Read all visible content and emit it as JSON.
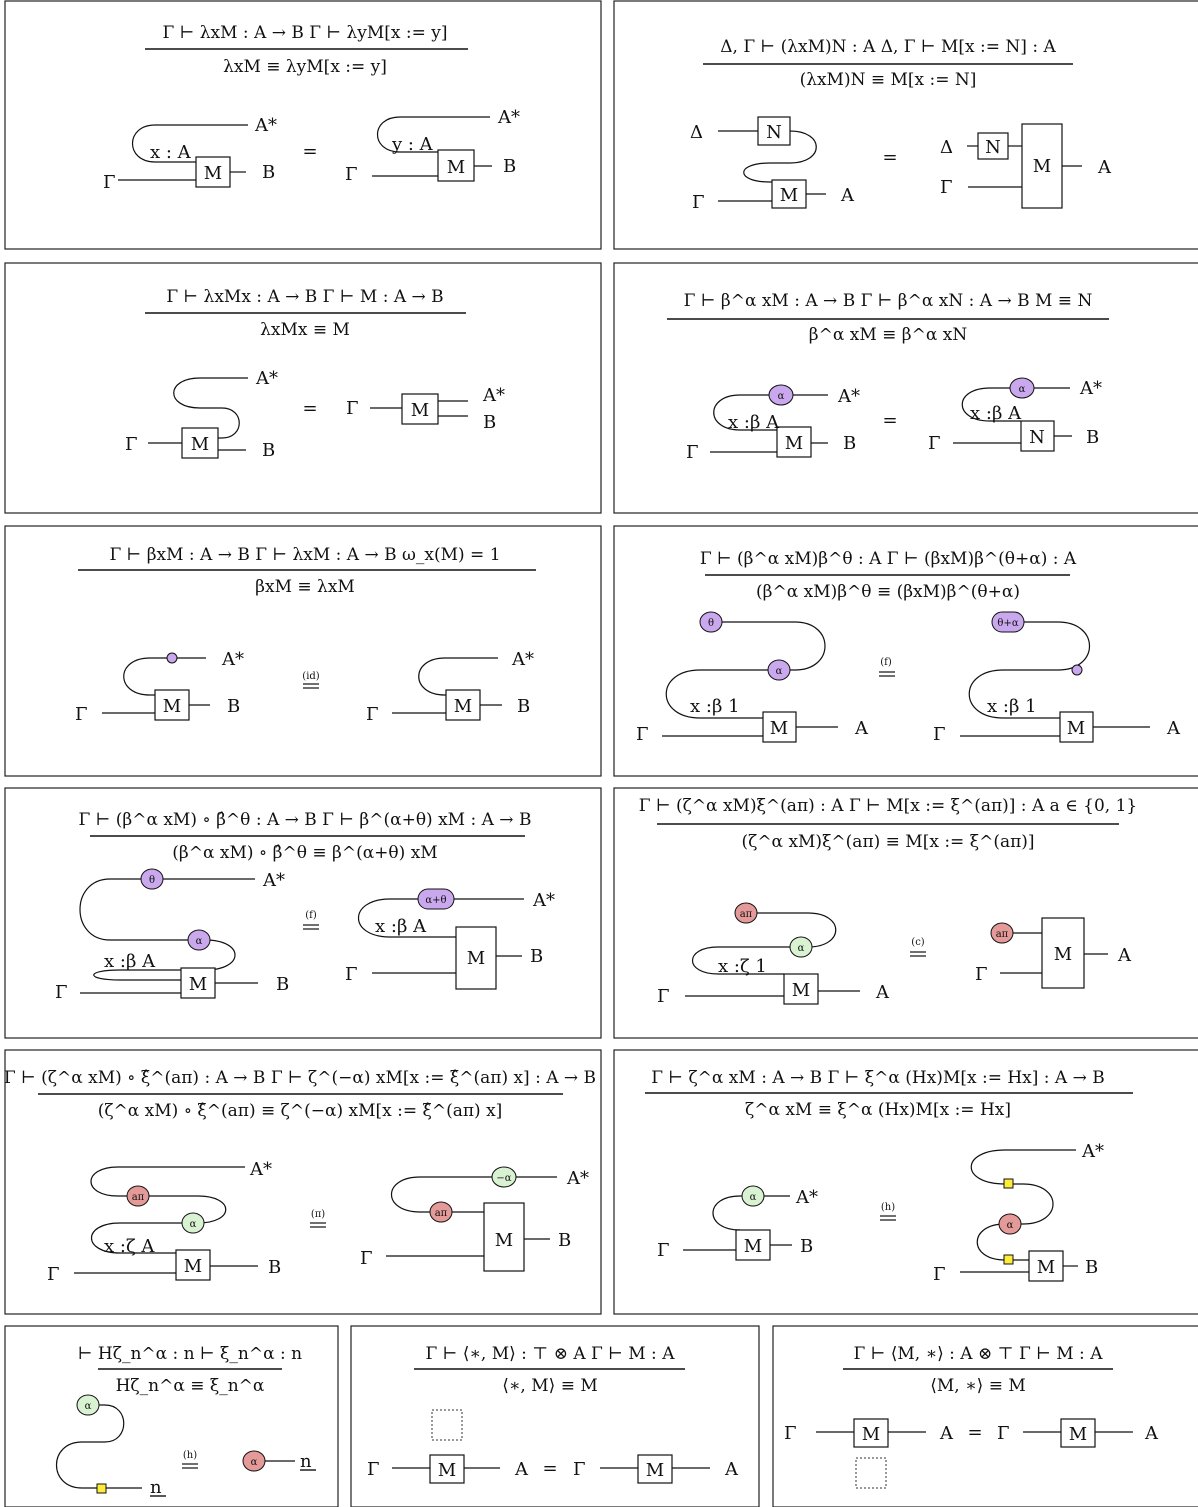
{
  "rules": [
    {
      "premise": "Γ ⊢ λxM : A → B    Γ ⊢ λyM[x := y]",
      "conclusion": "λxM  ≡  λyM[x := y]",
      "eq": "=",
      "labels": {
        "lhs_top": "A*",
        "lhs_bind": "x : A",
        "lhs_in": "Γ",
        "lhs_box": "M",
        "lhs_out": "B",
        "rhs_top": "A*",
        "rhs_bind": "y : A",
        "rhs_in": "Γ",
        "rhs_box": "M",
        "rhs_out": "B"
      }
    },
    {
      "premise": "Δ, Γ ⊢ (λxM)N : A    Δ, Γ ⊢ M[x := N] : A",
      "conclusion": "(λxM)N  ≡  M[x := N]",
      "eq": "=",
      "labels": {
        "lhs_delta": "Δ",
        "lhs_n": "N",
        "lhs_in": "Γ",
        "lhs_box": "M",
        "lhs_out": "A",
        "rhs_delta": "Δ",
        "rhs_n": "N",
        "rhs_in": "Γ",
        "rhs_box": "M",
        "rhs_out": "A"
      }
    },
    {
      "premise": "Γ ⊢ λxMx : A → B    Γ ⊢ M : A → B",
      "conclusion": "λxMx  ≡  M",
      "eq": "=",
      "labels": {
        "lhs_top": "A*",
        "lhs_in": "Γ",
        "lhs_box": "M",
        "lhs_out": "B",
        "rhs_in": "Γ",
        "rhs_box": "M",
        "rhs_top": "A*",
        "rhs_out": "B"
      }
    },
    {
      "premise": "Γ ⊢ β^α xM : A → B    Γ ⊢ β^α xN : A → B    M ≡ N",
      "conclusion": "β^α xM  ≡  β^α xN",
      "eq": "=",
      "labels": {
        "lhs_dot": "α",
        "lhs_top": "A*",
        "lhs_bind": "x :β A",
        "lhs_in": "Γ",
        "lhs_box": "M",
        "lhs_out": "B",
        "rhs_dot": "α",
        "rhs_top": "A*",
        "rhs_bind": "x :β A",
        "rhs_in": "Γ",
        "rhs_box": "N",
        "rhs_out": "B"
      }
    },
    {
      "premise": "Γ ⊢ βxM : A → B    Γ ⊢ λxM : A → B    ω_x(M) = 1",
      "conclusion": "βxM  ≡  λxM",
      "eq": "(id)",
      "labels": {
        "lhs_top": "A*",
        "lhs_in": "Γ",
        "lhs_box": "M",
        "lhs_out": "B",
        "rhs_top": "A*",
        "rhs_in": "Γ",
        "rhs_box": "M",
        "rhs_out": "B"
      }
    },
    {
      "premise": "Γ ⊢ (β^α xM)β^θ : A    Γ ⊢ (βxM)β^(θ+α) : A",
      "conclusion": "(β^α xM)β^θ ≡ (βxM)β^(θ+α)",
      "eq": "(f)",
      "labels": {
        "lhs_dot1": "θ",
        "lhs_dot2": "α",
        "lhs_bind": "x :β 1",
        "lhs_in": "Γ",
        "lhs_box": "M",
        "lhs_out": "A",
        "rhs_dot1": "θ+α",
        "rhs_bind": "x :β 1",
        "rhs_in": "Γ",
        "rhs_box": "M",
        "rhs_out": "A"
      }
    },
    {
      "premise": "Γ ⊢ (β^α xM) ∘ β̂^θ : A → B    Γ ⊢ β^(α+θ) xM : A → B",
      "conclusion": "(β^α xM) ∘ β̂^θ ≡ β^(α+θ) xM",
      "eq": "(f)",
      "labels": {
        "lhs_dot1": "θ",
        "lhs_top": "A*",
        "lhs_dot2": "α",
        "lhs_bind": "x :β A",
        "lhs_in": "Γ",
        "lhs_box": "M",
        "lhs_out": "B",
        "rhs_dot": "α+θ",
        "rhs_top": "A*",
        "rhs_bind": "x :β A",
        "rhs_in": "Γ",
        "rhs_box": "M",
        "rhs_out": "B"
      }
    },
    {
      "premise": "Γ ⊢ (ζ^α xM)ξ^(aπ) : A    Γ ⊢ M[x := ξ^(aπ)] : A    a ∈ {0, 1}",
      "conclusion": "(ζ^α xM)ξ^(aπ)  ≡  M[x := ξ^(aπ)]",
      "eq": "(c)",
      "labels": {
        "lhs_dot1": "aπ",
        "lhs_dot2": "α",
        "lhs_bind": "x :ζ 1",
        "lhs_in": "Γ",
        "lhs_box": "M",
        "lhs_out": "A",
        "rhs_dot": "aπ",
        "rhs_in": "Γ",
        "rhs_box": "M",
        "rhs_out": "A"
      }
    },
    {
      "premise": "Γ ⊢ (ζ^α xM) ∘ ξ̂^(aπ) : A → B    Γ ⊢ ζ^(−α) xM[x := ξ̂^(aπ) x] : A → B",
      "conclusion": "(ζ^α xM) ∘ ξ̂^(aπ)  ≡  ζ^(−α) xM[x := ξ̂^(aπ) x]",
      "eq": "(π)",
      "labels": {
        "lhs_top": "A*",
        "lhs_dot1": "aπ",
        "lhs_dot2": "α",
        "lhs_bind": "x :ζ A",
        "lhs_in": "Γ",
        "lhs_box": "M",
        "lhs_out": "B",
        "rhs_dot1": "−α",
        "rhs_top": "A*",
        "rhs_dot2": "aπ",
        "rhs_in": "Γ",
        "rhs_box": "M",
        "rhs_out": "B"
      }
    },
    {
      "premise": "Γ ⊢ ζ^α xM : A → B    Γ ⊢ ξ^α (Hx)M[x := Hx] : A → B",
      "conclusion": "ζ^α xM  ≡  ξ^α (Hx)M[x := Hx]",
      "eq": "(h)",
      "labels": {
        "lhs_dot": "α",
        "lhs_top": "A*",
        "lhs_in": "Γ",
        "lhs_box": "M",
        "lhs_out": "B",
        "rhs_top": "A*",
        "rhs_dot": "α",
        "rhs_in": "Γ",
        "rhs_box": "M",
        "rhs_out": "B"
      }
    },
    {
      "premise": "⊢ Hζ_n^α : n    ⊢ ξ_n^α : n",
      "conclusion": "Hζ_n^α  ≡  ξ_n^α",
      "eq": "(h)",
      "labels": {
        "lhs_dot": "α",
        "lhs_out": "n",
        "rhs_dot": "α",
        "rhs_out": "n"
      }
    },
    {
      "premise": "Γ ⊢ ⟨∗, M⟩ : ⊤ ⊗ A    Γ ⊢ M : A",
      "conclusion": "⟨∗, M⟩  ≡  M",
      "eq": "=",
      "labels": {
        "lhs_in": "Γ",
        "lhs_box": "M",
        "lhs_out": "A",
        "rhs_in": "Γ",
        "rhs_box": "M",
        "rhs_out": "A"
      }
    },
    {
      "premise": "Γ ⊢ ⟨M, ∗⟩ : A ⊗ ⊤    Γ ⊢ M : A",
      "conclusion": "⟨M, ∗⟩  ≡  M",
      "eq": "=",
      "labels": {
        "lhs_in": "Γ",
        "lhs_box": "M",
        "lhs_out": "A",
        "rhs_in": "Γ",
        "rhs_box": "M",
        "rhs_out": "A"
      }
    }
  ],
  "colors": {
    "purple": "#c9a8ee",
    "green": "#d9f2d2",
    "red": "#e49a98",
    "yellow": "#fdec3a"
  }
}
